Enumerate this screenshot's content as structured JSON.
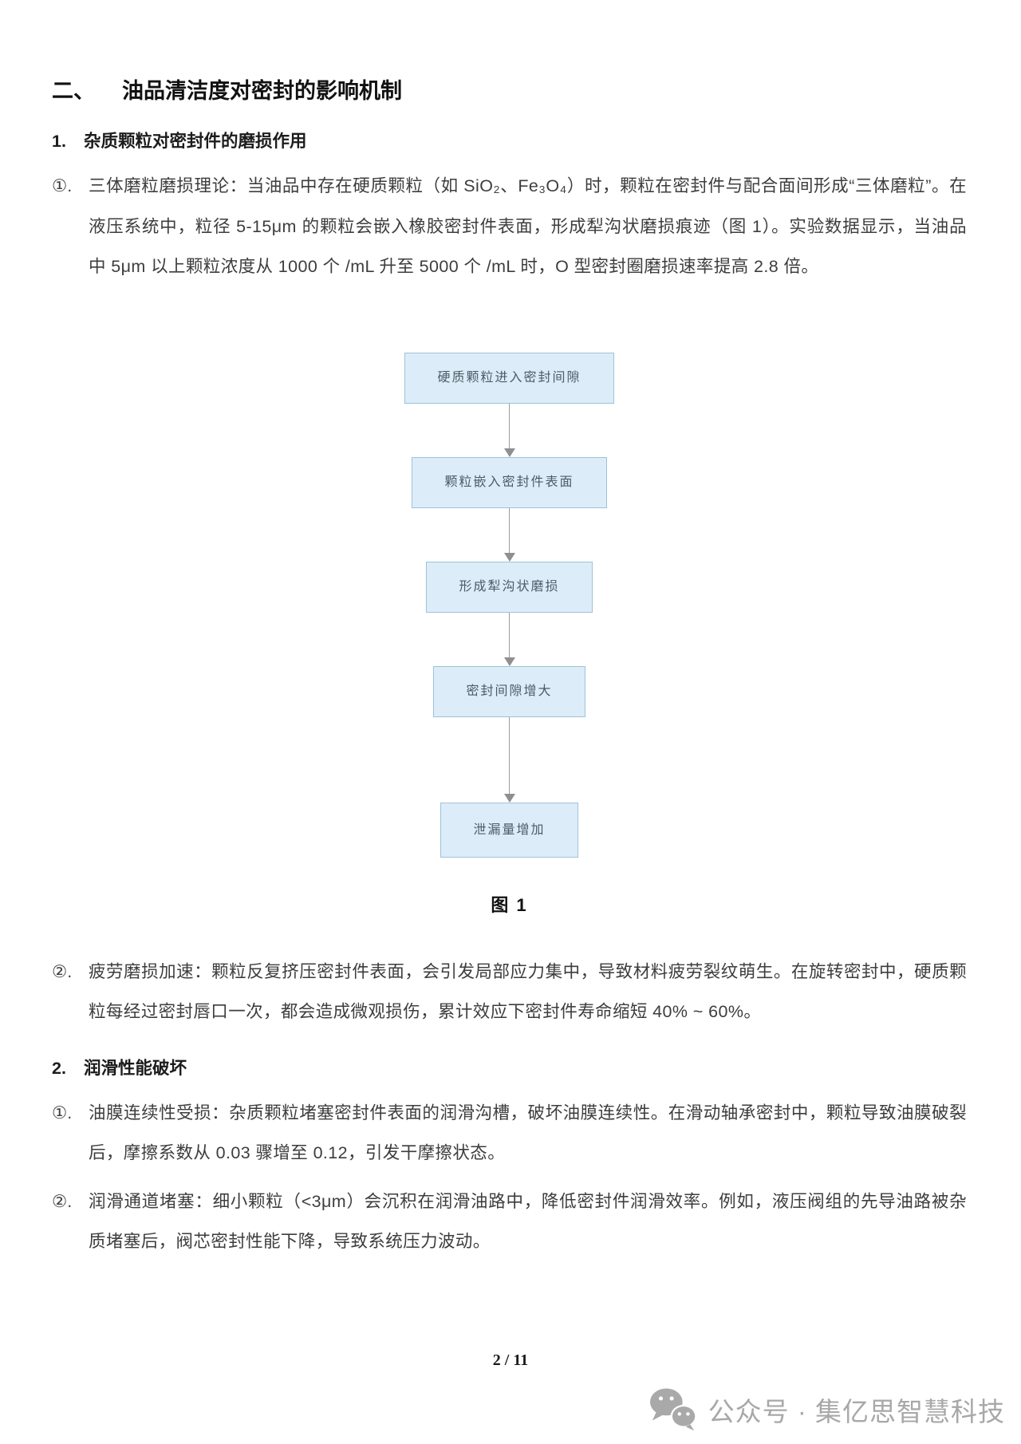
{
  "title": {
    "index": "二、",
    "text": "油品清洁度对密封的影响机制"
  },
  "sections": [
    {
      "heading": {
        "index": "1.",
        "text": "杂质颗粒对密封件的磨损作用"
      },
      "paragraphs": [
        {
          "marker": "①.",
          "text": "三体磨粒磨损理论：当油品中存在硬质颗粒（如 SiO₂、Fe₃O₄）时，颗粒在密封件与配合面间形成“三体磨粒”。在液压系统中，粒径 5-15μm 的颗粒会嵌入橡胶密封件表面，形成犁沟状磨损痕迹（图 1）。实验数据显示，当油品中 5μm 以上颗粒浓度从 1000 个 /mL 升至 5000 个 /mL 时，O 型密封圈磨损速率提高 2.8 倍。"
        },
        {
          "marker": "②.",
          "text": "疲劳磨损加速：颗粒反复挤压密封件表面，会引发局部应力集中，导致材料疲劳裂纹萌生。在旋转密封中，硬质颗粒每经过密封唇口一次，都会造成微观损伤，累计效应下密封件寿命缩短 40% ~ 60%。"
        }
      ]
    },
    {
      "heading": {
        "index": "2.",
        "text": "润滑性能破坏"
      },
      "paragraphs": [
        {
          "marker": "①.",
          "text": "油膜连续性受损：杂质颗粒堵塞密封件表面的润滑沟槽，破坏油膜连续性。在滑动轴承密封中，颗粒导致油膜破裂后，摩擦系数从 0.03 骤增至 0.12，引发干摩擦状态。"
        },
        {
          "marker": "②.",
          "text": "润滑通道堵塞：细小颗粒（<3μm）会沉积在润滑油路中，降低密封件润滑效率。例如，液压阀组的先导油路被杂质堵塞后，阀芯密封性能下降，导致系统压力波动。"
        }
      ]
    }
  ],
  "figure": {
    "caption": "图 1",
    "flow_steps": [
      "硬质颗粒进入密封间隙",
      "颗粒嵌入密封件表面",
      "形成犁沟状磨损",
      "密封间隙增大",
      "泄漏量增加"
    ],
    "box_fill_color": "#dcedf9",
    "box_border_color": "#9fc2d8",
    "arrow_color": "#9b9b9b"
  },
  "footer": {
    "page_number": "2 / 11"
  },
  "watermark": {
    "icon": "wechat-icon",
    "text": "公众号 · 集亿思智慧科技",
    "color": "#a8a8a8"
  }
}
